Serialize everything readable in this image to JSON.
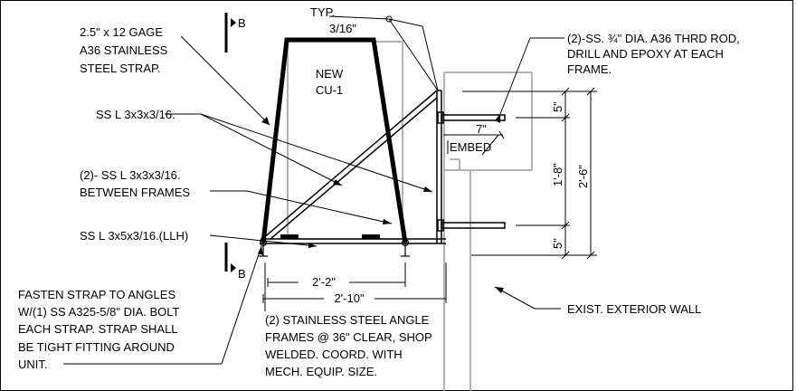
{
  "labels": {
    "strap_l1": "2.5\" x 12 GAGE",
    "strap_l2": "A36 STAINLESS",
    "strap_l3": "STEEL STRAP.",
    "angle_top": "SS L 3x3x3/16.",
    "between_l1": "(2)- SS L 3x3x3/16.",
    "between_l2": "BETWEEN FRAMES",
    "angle_llh": "SS L 3x5x3/16.(LLH)",
    "fasten_l1": "FASTEN STRAP TO ANGLES",
    "fasten_l2": "W/(1)  SS A325-5/8\" DIA. BOLT",
    "fasten_l3": "EACH STRAP. STRAP SHALL",
    "fasten_l4": "BE TIGHT FITTING AROUND",
    "fasten_l5": "UNIT.",
    "frames_l1": "(2) STAINLESS STEEL ANGLE",
    "frames_l2": "FRAMES @ 36\" CLEAR, SHOP",
    "frames_l3": "WELDED. COORD. WITH",
    "frames_l4": "MECH. EQUIP. SIZE.",
    "unit_l1": "NEW",
    "unit_l2": "CU-1",
    "typ": "TYP.",
    "weld": "3/16\"",
    "section_mark": "B",
    "rod_l1": "(2)-SS. ¾\" DIA. A36 THRD ROD,",
    "rod_l2": "DRILL AND EPOXY AT EACH",
    "rod_l3": "FRAME.",
    "embed_dim": "7\"",
    "embed_label": "EMBED",
    "wall_label": "EXIST. EXTERIOR WALL"
  },
  "dimensions": {
    "top": "5\"",
    "middle": "1'-8\"",
    "bottom": "5\"",
    "overall": "2'-6\"",
    "inner_width": "2'-2\"",
    "outer_width": "2'-10\""
  }
}
